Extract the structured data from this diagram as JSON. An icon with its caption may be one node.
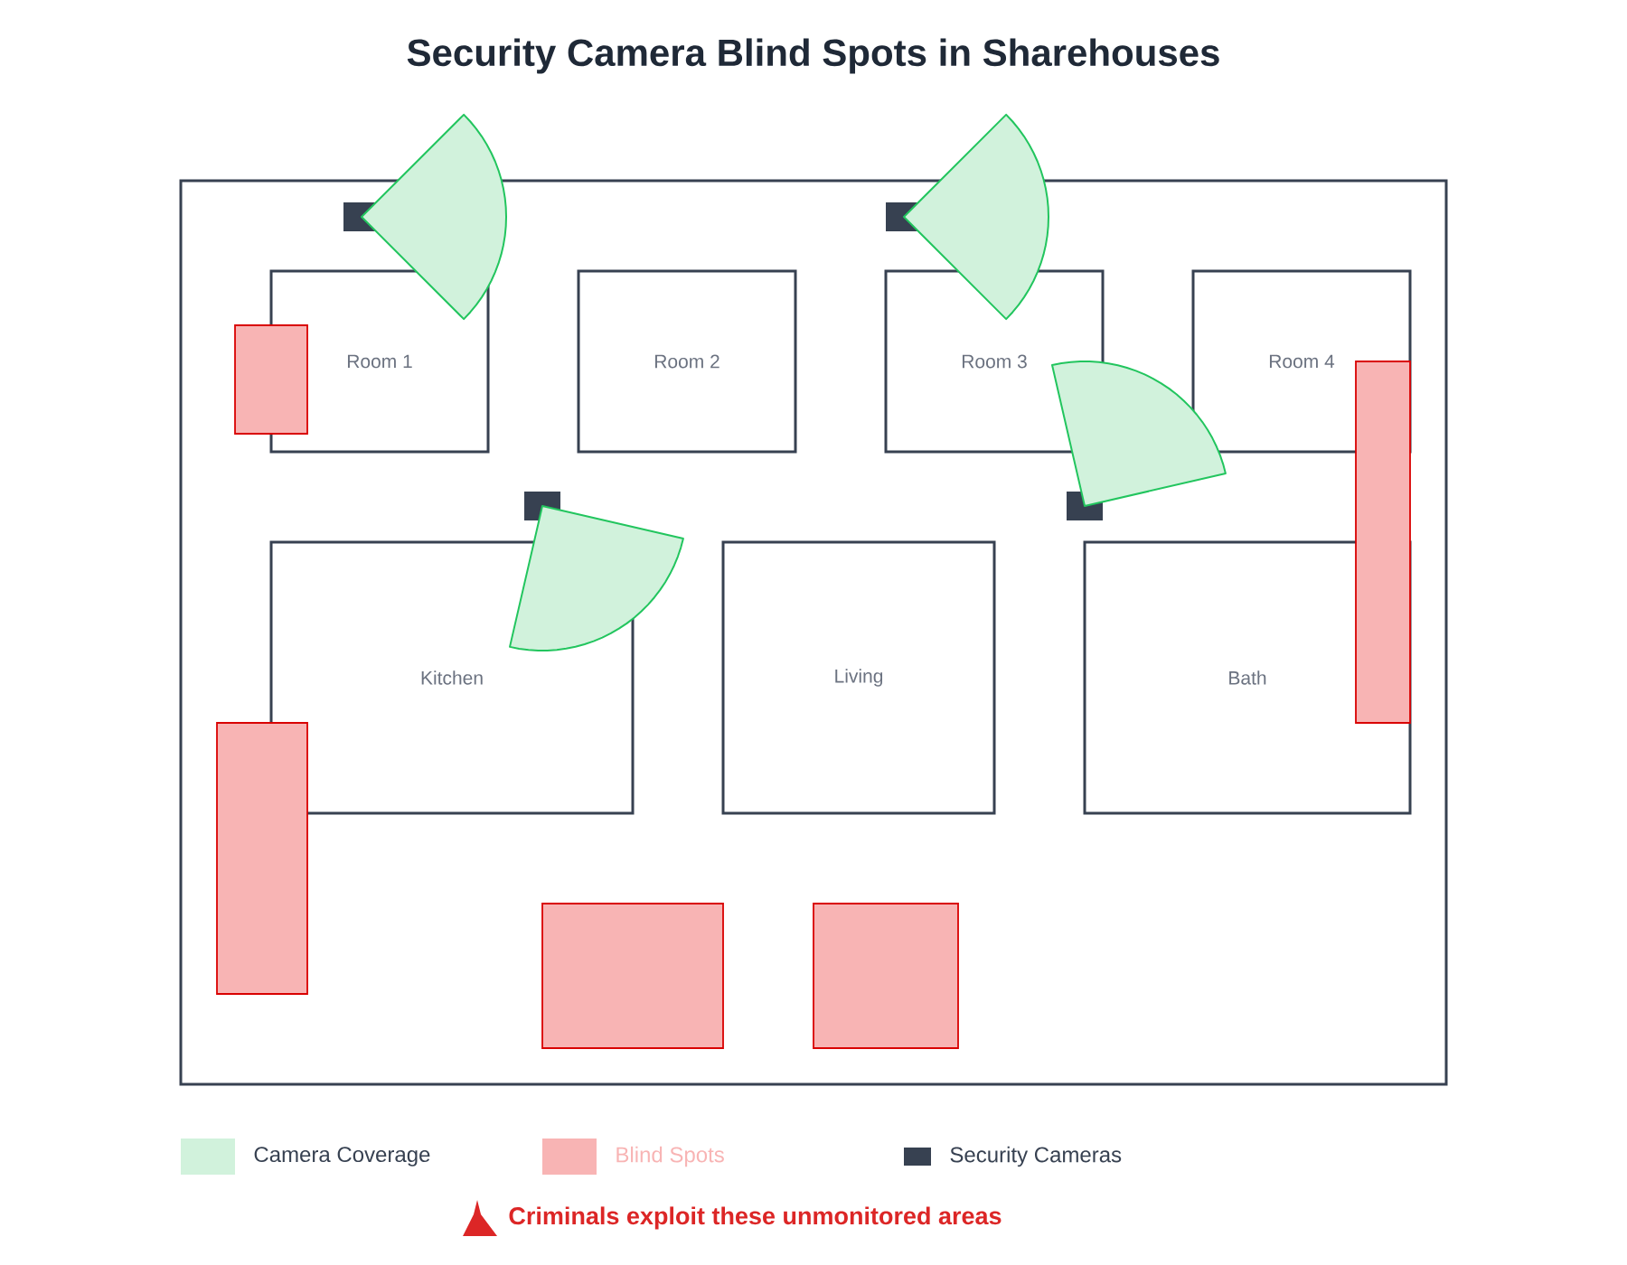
{
  "diagram": {
    "title": "Security Camera Blind Spots in Sharehouses",
    "nodes": [
      {
        "text": [],
        "shape": "box"
      },
      {
        "text": [
          "Room 1"
        ],
        "in": 0
      },
      {
        "text": [
          "Room 2"
        ],
        "in": 0
      },
      {
        "text": [
          "Room 3"
        ],
        "in": 0
      },
      {
        "text": [
          "Room 4"
        ],
        "in": 0
      },
      {
        "text": [
          "Kitchen"
        ],
        "in": 0
      },
      {
        "text": [
          "Living"
        ],
        "in": 0
      },
      {
        "text": [
          "Bath"
        ],
        "in": 0
      },
      {
        "text": [],
        "shape": "box",
        "in": 0
      },
      {
        "text": [],
        "shape": "box",
        "in": 0
      },
      {
        "text": [],
        "shape": "box",
        "in": 0
      },
      {
        "text": [],
        "shape": "box",
        "in": 0
      },
      {
        "text": [],
        "shape": "box",
        "in": 0
      },
      {
        "text": [],
        "shape": "sector"
      },
      {
        "text": [],
        "shape": "sector"
      },
      {
        "text": [],
        "shape": "sector",
        "in": 0
      },
      {
        "text": [],
        "shape": "sector",
        "in": 0
      }
    ],
    "edges": [],
    "labels": [
      "Criminals exploit these unmonitored areas"
    ],
    "legend": [
      {
        "text": "Camera Coverage",
        "color": "#d1f2dc"
      },
      {
        "text": "Blind Spots",
        "color": "#f8b4b4"
      },
      {
        "text": "Security Cameras",
        "color": "#374151"
      }
    ]
  }
}
